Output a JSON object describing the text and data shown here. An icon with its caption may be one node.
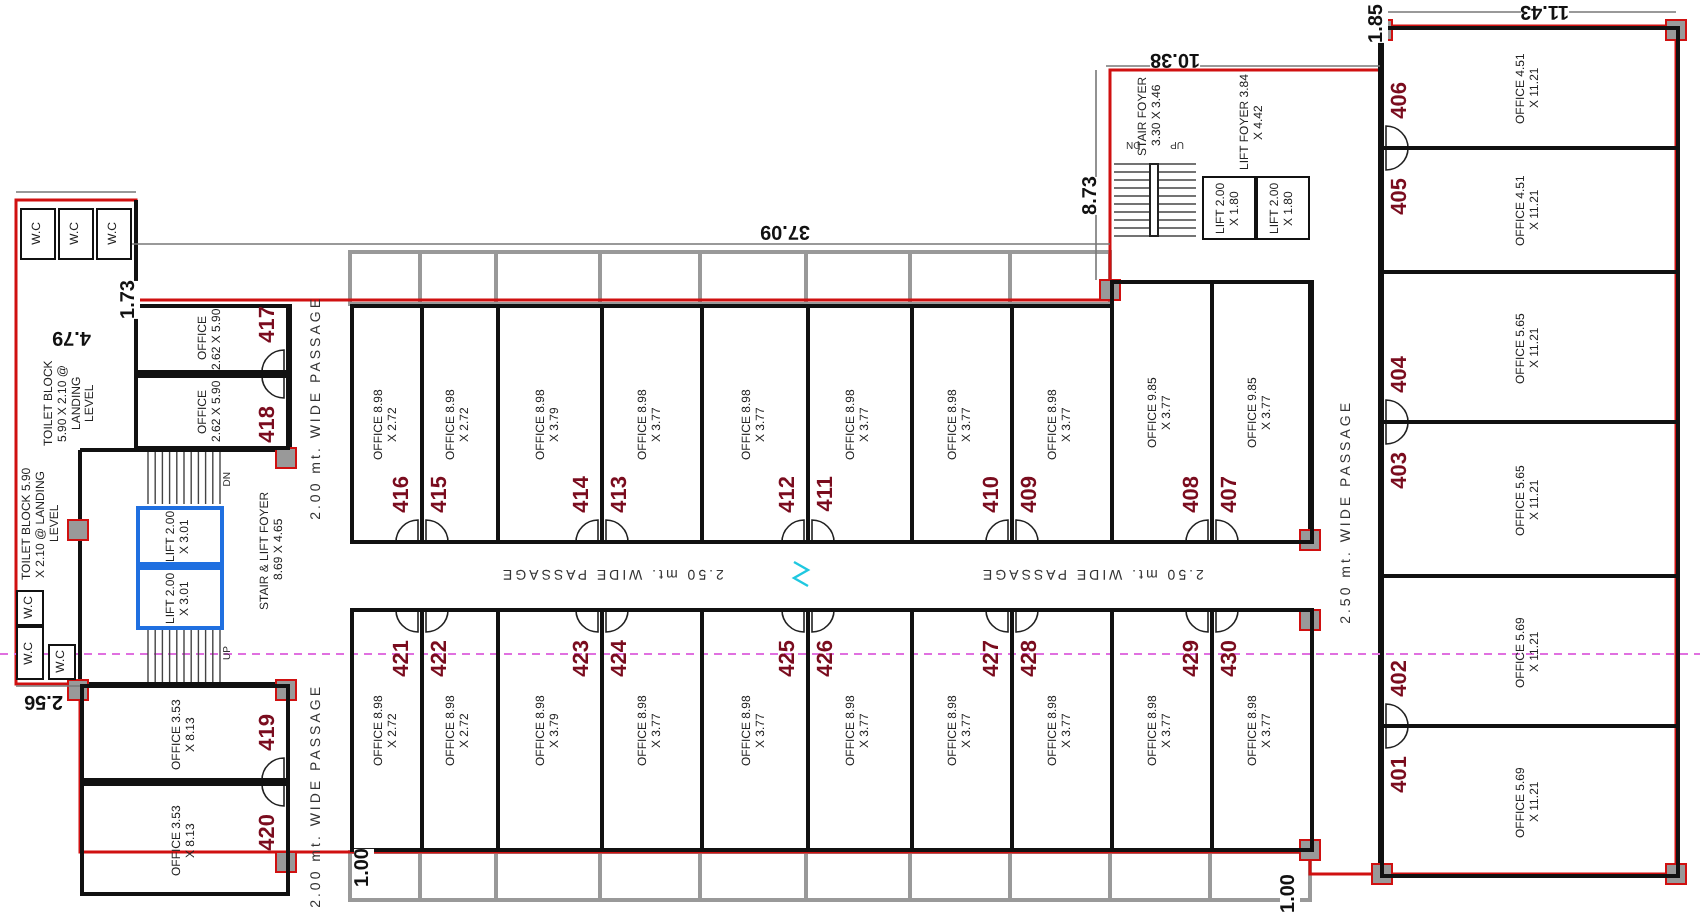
{
  "diagram": {
    "nodes": [
      {
        "text": [
          "OFFICE 2.62 X 5.90",
          "417"
        ]
      },
      {
        "text": [
          "OFFICE 2.62 X 5.90",
          "418"
        ]
      },
      {
        "text": [
          "TOILET BLOCK 5.90 X 2.10 @ LANDING LEVEL"
        ]
      },
      {
        "text": [
          "W.C"
        ],
        "in": 2
      },
      {
        "text": [
          "W.C"
        ],
        "in": 2
      },
      {
        "text": [
          "W.C"
        ],
        "in": 2
      },
      {
        "text": [
          "STAIR & LIFT FOYER 8.69 X 4.65"
        ]
      },
      {
        "text": [
          "LIFT 2.00 X 3.01"
        ],
        "in": 6
      },
      {
        "text": [
          "LIFT 2.00 X 3.01"
        ],
        "in": 6
      },
      {
        "text": [
          "TOILET BLOCK 5.90 X 2.10 @ LANDING LEVEL"
        ]
      },
      {
        "text": [
          "W.C"
        ],
        "in": 9
      },
      {
        "text": [
          "W.C"
        ],
        "in": 9
      },
      {
        "text": [
          "W.C"
        ],
        "in": 9
      },
      {
        "text": [
          "OFFICE 3.53 X 8.13",
          "419"
        ]
      },
      {
        "text": [
          "OFFICE 3.53 X 8.13",
          "420"
        ]
      },
      {
        "text": [
          "OFFICE 8.98 X 2.72",
          "416"
        ]
      },
      {
        "text": [
          "OFFICE 8.98 X 2.72",
          "415"
        ]
      },
      {
        "text": [
          "OFFICE 8.98 X 3.79",
          "414"
        ]
      },
      {
        "text": [
          "OFFICE 8.98 X 3.77",
          "413"
        ]
      },
      {
        "text": [
          "OFFICE 8.98 X 3.77",
          "412"
        ]
      },
      {
        "text": [
          "OFFICE 8.98 X 3.77",
          "411"
        ]
      },
      {
        "text": [
          "OFFICE 8.98 X 3.77",
          "410"
        ]
      },
      {
        "text": [
          "OFFICE 8.98 X 3.77",
          "409"
        ]
      },
      {
        "text": [
          "OFFICE 9.85 X 3.77",
          "408"
        ]
      },
      {
        "text": [
          "OFFICE 9.85 X 3.77",
          "407"
        ]
      },
      {
        "text": [
          "OFFICE 8.98 X 2.72",
          "421"
        ]
      },
      {
        "text": [
          "OFFICE 8.98 X 2.72",
          "422"
        ]
      },
      {
        "text": [
          "OFFICE 8.98 X 3.79",
          "423"
        ]
      },
      {
        "text": [
          "OFFICE 8.98 X 3.77",
          "424"
        ]
      },
      {
        "text": [
          "OFFICE 8.98 X 3.77",
          "425"
        ]
      },
      {
        "text": [
          "OFFICE 8.98 X 3.77",
          "426"
        ]
      },
      {
        "text": [
          "OFFICE 8.98 X 3.77",
          "427"
        ]
      },
      {
        "text": [
          "OFFICE 8.98 X 3.77",
          "428"
        ]
      },
      {
        "text": [
          "OFFICE 8.98 X 3.77",
          "429"
        ]
      },
      {
        "text": [
          "OFFICE 8.98 X 3.77",
          "430"
        ]
      },
      {
        "text": [
          "STAIR FOYER 3.30 X 3.46"
        ]
      },
      {
        "text": [
          "LIFT FOYER 3.84 X 4.42"
        ]
      },
      {
        "text": [
          "LIFT 2.00 X 1.80"
        ],
        "in": 36
      },
      {
        "text": [
          "LIFT 2.00 X 1.80"
        ],
        "in": 36
      },
      {
        "text": [
          "OFFICE 4.51 X 11.21",
          "406"
        ]
      },
      {
        "text": [
          "OFFICE 4.51 X 11.21",
          "405"
        ]
      },
      {
        "text": [
          "OFFICE 5.65 X 11.21",
          "404"
        ]
      },
      {
        "text": [
          "OFFICE 5.65 X 11.21",
          "403"
        ]
      },
      {
        "text": [
          "OFFICE 5.69 X 11.21",
          "402"
        ]
      },
      {
        "text": [
          "OFFICE 5.69 X 11.21",
          "401"
        ]
      }
    ],
    "labels": [
      "11.43",
      "1.85",
      "10.38",
      "DN",
      "UP",
      "8.73",
      "37.09",
      "1.73",
      "4.79",
      "2.00 mt. WIDE PASSAGE",
      "2.50 mt. WIDE PASSAGE",
      "DN",
      "2.50 mt. WIDE PASSAGE",
      "2.50 mt. WIDE PASSAGE",
      "UP",
      "2.56",
      "2.00 mt. WIDE PASSAGE",
      "1.00",
      "1.00"
    ]
  }
}
